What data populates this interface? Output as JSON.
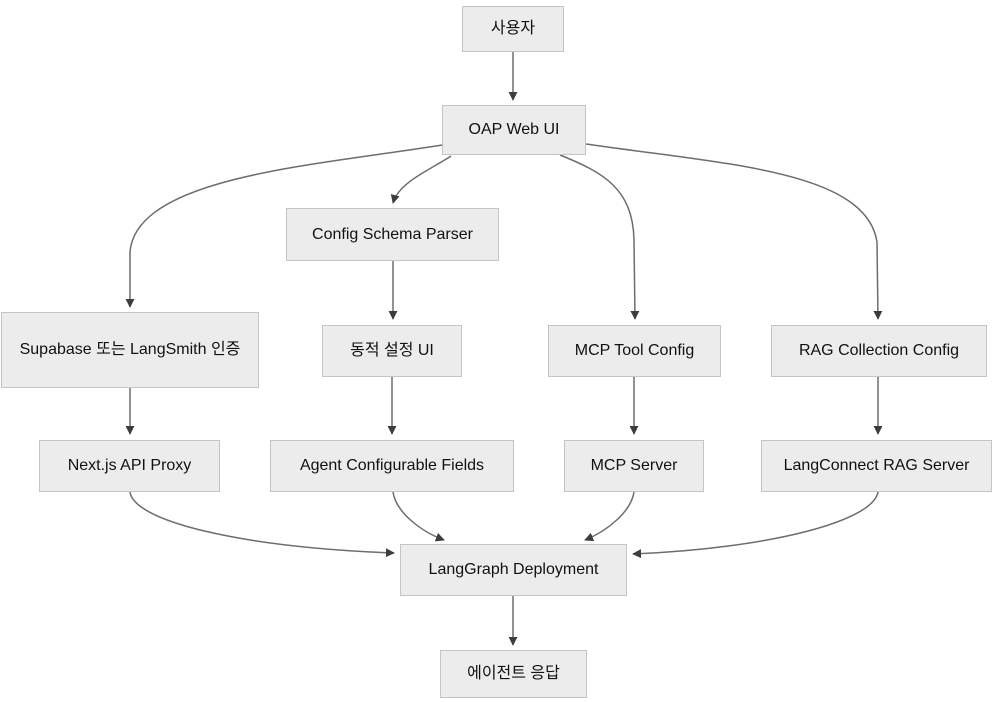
{
  "diagram": {
    "type": "flowchart",
    "direction": "top-down",
    "nodes": {
      "user": {
        "label": "사용자"
      },
      "oap_web_ui": {
        "label": "OAP Web UI"
      },
      "config_schema_parser": {
        "label": "Config Schema Parser"
      },
      "supabase_auth": {
        "label": "Supabase 또는 LangSmith 인증"
      },
      "dynamic_config_ui": {
        "label": "동적 설정 UI"
      },
      "mcp_tool_config": {
        "label": "MCP Tool Config"
      },
      "rag_collection_config": {
        "label": "RAG Collection Config"
      },
      "nextjs_api_proxy": {
        "label": "Next.js API Proxy"
      },
      "agent_configurable_fields": {
        "label": "Agent Configurable Fields"
      },
      "mcp_server": {
        "label": "MCP Server"
      },
      "langconnect_rag_server": {
        "label": "LangConnect RAG Server"
      },
      "langgraph_deployment": {
        "label": "LangGraph Deployment"
      },
      "agent_response": {
        "label": "에이전트 응답"
      }
    },
    "edges": [
      {
        "from": "user",
        "to": "oap_web_ui"
      },
      {
        "from": "oap_web_ui",
        "to": "supabase_auth"
      },
      {
        "from": "oap_web_ui",
        "to": "config_schema_parser"
      },
      {
        "from": "oap_web_ui",
        "to": "mcp_tool_config"
      },
      {
        "from": "oap_web_ui",
        "to": "rag_collection_config"
      },
      {
        "from": "supabase_auth",
        "to": "nextjs_api_proxy"
      },
      {
        "from": "config_schema_parser",
        "to": "dynamic_config_ui"
      },
      {
        "from": "dynamic_config_ui",
        "to": "agent_configurable_fields"
      },
      {
        "from": "mcp_tool_config",
        "to": "mcp_server"
      },
      {
        "from": "rag_collection_config",
        "to": "langconnect_rag_server"
      },
      {
        "from": "nextjs_api_proxy",
        "to": "langgraph_deployment"
      },
      {
        "from": "agent_configurable_fields",
        "to": "langgraph_deployment"
      },
      {
        "from": "mcp_server",
        "to": "langgraph_deployment"
      },
      {
        "from": "langconnect_rag_server",
        "to": "langgraph_deployment"
      },
      {
        "from": "langgraph_deployment",
        "to": "agent_response"
      }
    ],
    "colors": {
      "node_fill": "#ececec",
      "node_border": "#c4c4c4",
      "edge": "#6d6d6d",
      "arrowhead": "#3d3d3d",
      "text": "#111111",
      "canvas_bg": "#ffffff"
    }
  }
}
